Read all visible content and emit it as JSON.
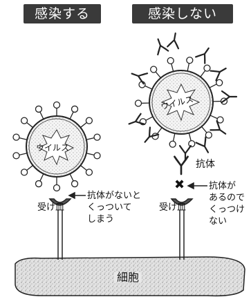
{
  "headers": {
    "infect": "感染する",
    "no_infect": "感染しない"
  },
  "labels": {
    "virus": "ウイルス",
    "antibody": "抗体",
    "receptor": "受け皿",
    "cell": "細胞",
    "left_note_line1": "抗体がないと",
    "left_note_line2": "くっついて",
    "left_note_line3": "しまう",
    "right_note_line1": "抗体が",
    "right_note_line2": "あるので",
    "right_note_line3": "くっつけ",
    "right_note_line4": "ない",
    "x_mark": "✖"
  },
  "colors": {
    "header_bg": "#3a3a3a",
    "ink": "#111111",
    "cell_fill": "#d8d8d8"
  }
}
